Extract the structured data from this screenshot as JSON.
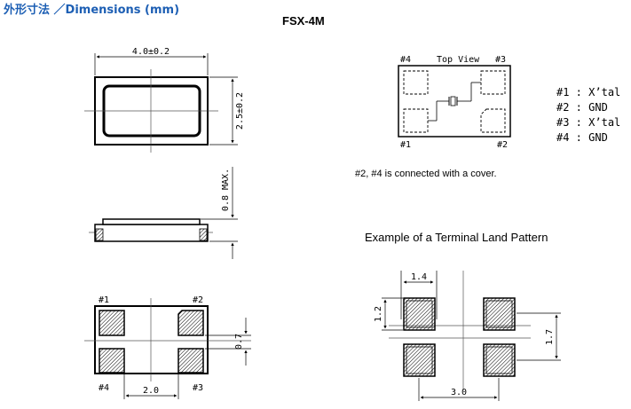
{
  "header": "外形寸法 ／Dimensions (mm)",
  "model": "FSX-4M",
  "top_package": {
    "width_label": "4.0±0.2",
    "height_label": "2.5±0.2"
  },
  "side_view": {
    "height_label": "0.8 MAX."
  },
  "bottom_view": {
    "pins": [
      "#1",
      "#2",
      "#3",
      "#4"
    ],
    "pad_offset_label": "0.7",
    "pitch_label": "2.0"
  },
  "top_view": {
    "title": "Top View",
    "pins": [
      "#1",
      "#2",
      "#3",
      "#4"
    ]
  },
  "pin_legend": [
    {
      "pin": "#1",
      "function": "X’tal"
    },
    {
      "pin": "#2",
      "function": "GND"
    },
    {
      "pin": "#3",
      "function": "X’tal"
    },
    {
      "pin": "#4",
      "function": "GND"
    }
  ],
  "cover_note": "#2, #4 is connected with a cover.",
  "land_pattern": {
    "title": "Example of a Terminal Land Pattern",
    "pad_width_label": "1.4",
    "pad_height_label": "1.2",
    "vertical_pitch_label": "1.7",
    "horizontal_pitch_label": "3.0"
  },
  "colors": {
    "header": "#1d5fb4",
    "line": "#000000",
    "center_line": "#555555"
  }
}
